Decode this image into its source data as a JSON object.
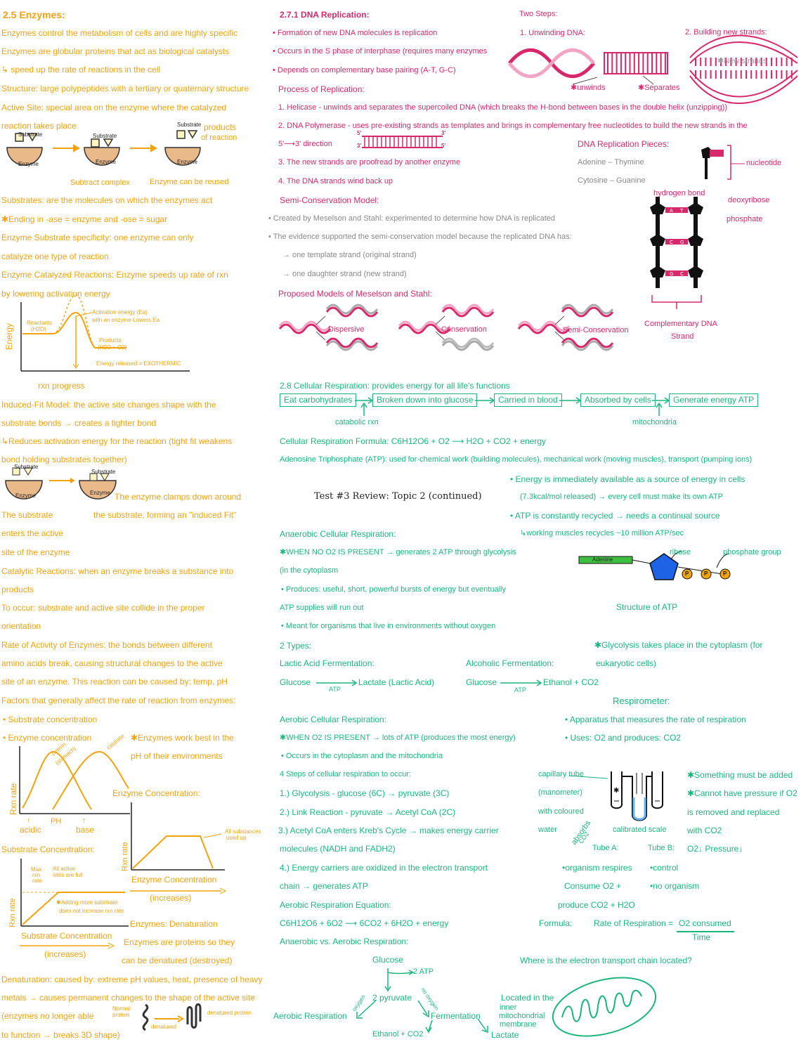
{
  "colors": {
    "orange": "#f2a20f",
    "pink": "#d6286b",
    "green": "#1bb57c",
    "black": "#222222"
  },
  "enzymes": {
    "title": "2.5  Enzymes:",
    "lines": [
      "Enzymes control the metabolism  of cells and are highly specific",
      "Enzymes are globular proteins that act as biological catalysts",
      "↳ speed up the rate of reactions in the cell",
      "Structure: large polypeptides with a tertiary or quaternary structure",
      "Active Site: special area on the enzyme where the catalyzed",
      "reaction takes place"
    ],
    "diagram1": {
      "substrate": "Substrate",
      "enzyme": "Enzyme",
      "products": "products",
      "of_reaction": "of reaction",
      "cap1": "Subtract complex",
      "cap2": "Enzyme can be reused"
    },
    "lines2": [
      "Substrates: are the molecules on which the enzymes act",
      "✱Ending in -ase = enzyme and -ose = sugar",
      "Enzyme Substrate specificity: one enzyme can only",
      "catalyze one type of reaction",
      "Enzyme Catalyzed Reactions: Enzyme speeds up rate of rxn",
      "by lowering activation energy"
    ],
    "energy_graph": {
      "ylabel": "Energy",
      "xlabel": "rxn progress",
      "reactants": "Reactants",
      "reactants2": "(H2O)",
      "activation": "Activation energy (Ea)",
      "activation2": "with an enzyme-Lowers Ea",
      "products": "Products",
      "products2": "(H2O + O2)",
      "released": "Energy released = EXOTHERMIC"
    },
    "induced": [
      "Induced-Fit Model: the active site changes shape with  the",
      "substrate bonds → creates a tighter bond",
      "↳Reduces activation energy for the reaction (tight fit weakens",
      "bond holding substrates together)"
    ],
    "induced_diagram": {
      "substrate": "Substrate",
      "enzyme": "Enzyme",
      "caption1": "The enzyme clamps down around",
      "caption2": "the substrate, forming an \"induced Fit\"",
      "left1": "The substrate",
      "left2": "enters the active",
      "left3": "site of the enzyme"
    },
    "lines3": [
      "Catalytic Reactions: when an enzyme breaks a substance into",
      "products",
      "To occur: substrate and active site collide in the proper",
      "orientation",
      "Rate of Activity of Enzymes: the bonds between different",
      "amino acids break, causing structural changes to the active",
      "site of an enzyme. This reaction can be caused by: temp, pH",
      "Factors that generally affect the rate of reaction from enzymes:",
      "• Substrate concentration",
      "• Enzyme concentration"
    ],
    "ph_graph": {
      "ylabel": "Rxn rate",
      "pepsin": "pepsin",
      "pepsin2": "(stomach)",
      "catalase": "catalase",
      "xlabel": "PH",
      "acidic": "acidic",
      "base": "base",
      "note1": "✱Enzymes work best in the",
      "note2": "pH of their environments"
    },
    "enzyme_conc": {
      "title": "Enzyme Concentration:",
      "ylabel": "Rxn rate",
      "xlabel": "Enzyme Concentration",
      "xlabel2": "(increases)",
      "annot1": "All substances",
      "annot2": "used up"
    },
    "substrate_conc": {
      "title": "Substrate Concentration:",
      "ylabel": "Rxn rate",
      "max1": "Max",
      "max2": "rxn",
      "max3": "rate",
      "full1": "All active",
      "full2": "sites are full",
      "note1": "✱Adding more substrate",
      "note2": "does not increase rxn rate",
      "xlabel": "Substrate Concentration",
      "xlabel2": "(increases)"
    },
    "denat": {
      "title": "Enzymes: Denaturation",
      "l1": "Enzymes are proteins so they",
      "l2": "can be denatured (destroyed)"
    },
    "denat_lines": [
      "Denaturation: caused by: extreme pH values, heat, presence of heavy",
      "metals → causes permanent changes to the shape of the active site",
      "(enzymes no longer able",
      "to function → breaks 3D shape)"
    ],
    "denat_diagram": {
      "normal1": "Normal",
      "normal2": "protein",
      "denatured": "denatured",
      "denatured_protein": "denatured protein"
    }
  },
  "dna": {
    "title": "2.7.1  DNA Replication:",
    "bullets": [
      "• Formation of new DNA molecules is replication",
      "• Occurs in the S phase of interphase (requires many enzymes",
      "• Depends on complementary base pairing (A-T, G-C)"
    ],
    "process_title": "Process of Replication:",
    "steps": [
      "1. Helicase - unwinds and separates the supercoiled DNA (which breaks the H-bond between bases in the double helix (unzipping))",
      "2. DNA Polymerase - uses pre-existing strands as templates and brings in complementary free nucleotides to build the new strands in the",
      "5'⟶3' direction",
      "3. The new strands are proofread by another enzyme",
      "4. The DNA strands wind back up"
    ],
    "strand_labels": {
      "a": "5'",
      "b": "3'",
      "c": "3'",
      "d": "5'"
    },
    "two_steps": "Two Steps:",
    "step1": "1. Unwinding DNA:",
    "step2": "2. Building new strands:",
    "unwinds": "✱unwinds",
    "separates": "✱Separates",
    "new_strands": "✱New strands",
    "pieces_title": "DNA Replication Pieces:",
    "pair1": "Adenine – Thymine",
    "pair2": "Cytosine – Guanine",
    "nucleotide": "nucleotide",
    "hydrogen": "hydrogen bond",
    "deoxyribose": "deoxyribose",
    "phosphate": "phosphate",
    "complementary1": "Complementary DNA",
    "complementary2": "Strand",
    "semi_title": "Semi-Conservation Model:",
    "semi_lines": [
      "• Created by Meselson and Stahl: experimented to determine how DNA is replicated",
      "• The evidence supported the semi-conservation model because the replicated DNA has:",
      "→ one template strand (original strand)",
      "→ one daughter strand (new strand)"
    ],
    "proposed": "Proposed Models of Meselson and Stahl:",
    "models": [
      "Dispersive",
      "Conservation",
      "Semi-Conservation"
    ],
    "ladder_bases": [
      [
        "A",
        "T"
      ],
      [
        "C",
        "G"
      ],
      [
        "G",
        "C"
      ]
    ]
  },
  "resp": {
    "title": "2.8 Cellular Respiration: provides energy for all life's functions",
    "flow": [
      "Eat carbohydrates",
      "Broken down into glucose",
      "Carried in blood",
      "Absorbed by cells",
      "Generate energy ATP"
    ],
    "catabolic": "catabolic rxn",
    "mitochondria": "mitochondria",
    "formula": "Cellular Respiration Formula:  C6H12O6 + O2 ⟶ H2O + CO2 + energy",
    "atp": "Adenosine Triphosphate (ATP):  used for-chemical work (building molecules), mechanical work (moving muscles), transport (pumping ions)",
    "atp_b1": "• Energy is immediately available as a source of energy in cells",
    "atp_b1b": "(7.3kcal/mol released) → every cell must make its own ATP",
    "atp_b2": "• ATP is constantly recycled → needs a continual source",
    "atp_b2b": "↳working muscles recycles ~10 million ATP/sec",
    "review": "Test #3 Review: Topic 2 (continued)",
    "anaerobic_title": "Anaerobic Cellular Respiration:",
    "anaerobic": [
      "✱WHEN NO O2 IS PRESENT → generates 2 ATP through glycolysis",
      "(in the cytoplasm",
      "• Produces: useful, short, powerful bursts of energy but eventually",
      "ATP supplies will run out",
      "• Meant for organisms that live in environments without oxygen",
      "2 Types:"
    ],
    "atp_struct": {
      "adenine": "Adenine",
      "ribose": "ribose",
      "phosphate": "phosphate group",
      "p": "P",
      "caption": "Structure of ATP"
    },
    "glycolysis_note1": "✱Glycolysis takes place in the cytoplasm (for",
    "glycolysis_note2": "eukaryotic cells)",
    "lactic_title": "Lactic Acid Fermentation:",
    "lactic_eq1": "Glucose",
    "lactic_eq2": "Lactate (Lactic Acid)",
    "alcoholic_title": "Alcoholic Fermentation:",
    "alcoholic_eq1": "Glucose",
    "alcoholic_eq2": "Ethanol + CO2",
    "atp_label": "ATP",
    "respirometer_title": "Respirometer:",
    "respirometer": [
      "• Apparatus that measures the rate of respiration",
      "• Uses: O2  and produces: CO2"
    ],
    "aerobic_title": "Aerobic Cellular Respiration:",
    "aerobic": [
      "✱WHEN O2 IS PRESENT → lots of ATP (produces the most energy)",
      "• Occurs in the cytoplasm and the mitochondria",
      "4 Steps of cellular respiration to occur:",
      "1.) Glycolysis - glucose (6C) → pyruvate (3C)",
      "2.) Link Reaction - pyruvate → Acetyl CoA (2C)",
      "3.) Acetyl CoA enters Kreb's Cycle → makes energy carrier",
      "molecules (NADH and FADH2)",
      "4.) Energy carriers are oxidized in the electron transport",
      "chain → generates ATP",
      "Aerobic Respiration Equation:",
      "C6H12O6 + 6O2 ⟶ 6CO2 + 6H2O + energy",
      "Anaerobic vs. Aerobic Respiration:"
    ],
    "resp_diagram": {
      "capillary": "capillary tube",
      "manometer": "(manometer)",
      "coloured": "with coloured",
      "water": "water",
      "absorbs": "absorbs",
      "co2": "CO2",
      "scale": "calibrated scale",
      "tubeA": "Tube A:",
      "tubeB": "Tube B:",
      "tubeBnote": "O2↓ Pressure↓",
      "a1": "•organism respires",
      "a2": "Consume O2 +",
      "a3": "produce CO2 + H2O",
      "b1": "•control",
      "b2": "•no organism",
      "note1": "✱Something must be added",
      "note2": "✱Cannot have pressure if O2",
      "note3": "is removed and replaced",
      "note4": "with CO2"
    },
    "rate_formula": "Formula:",
    "rate_lhs": "Rate of Respiration =",
    "rate_num": "O2 consumed",
    "rate_den": "Time",
    "etc_q": "Where is the electron transport chain located?",
    "etc_a1": "Located in the",
    "etc_a2": "inner",
    "etc_a3": "mitochondrial",
    "etc_a4": "membrane",
    "vs": {
      "glucose": "Glucose",
      "atp": "2 ATP",
      "pyruvate": "2 pyruvate",
      "oxygen": "oxygen",
      "no_oxygen": "no oxygen",
      "aerobic": "Aerobic Respiration",
      "fermentation": "Fermentation",
      "ethanol": "Ethanol + CO2",
      "lactate": "Lactate"
    }
  }
}
